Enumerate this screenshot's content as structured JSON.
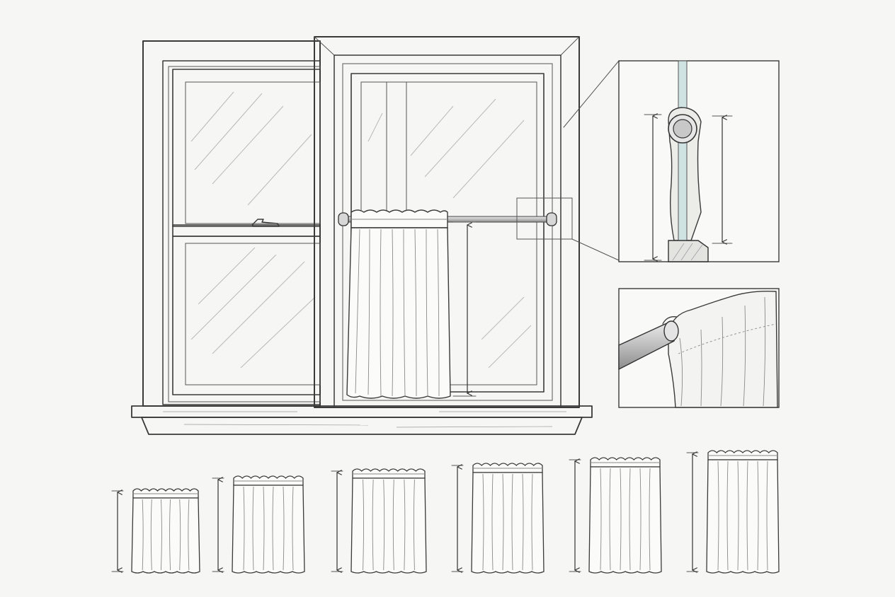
{
  "colors": {
    "paper": "#f6f6f4",
    "ink": "#3a3a3a",
    "glass_tint": "#cfe3e3",
    "shade": "#d9d9d6"
  },
  "icons": {
    "measurement_arrow": "double-headed-arrow-icon",
    "sash_lock": "window-latch-icon",
    "tension_rod": "rod-icon"
  },
  "curtain_sizes": [
    {
      "size_rank": 1
    },
    {
      "size_rank": 2
    },
    {
      "size_rank": 3
    },
    {
      "size_rank": 4
    },
    {
      "size_rank": 5
    },
    {
      "size_rank": 6
    }
  ]
}
